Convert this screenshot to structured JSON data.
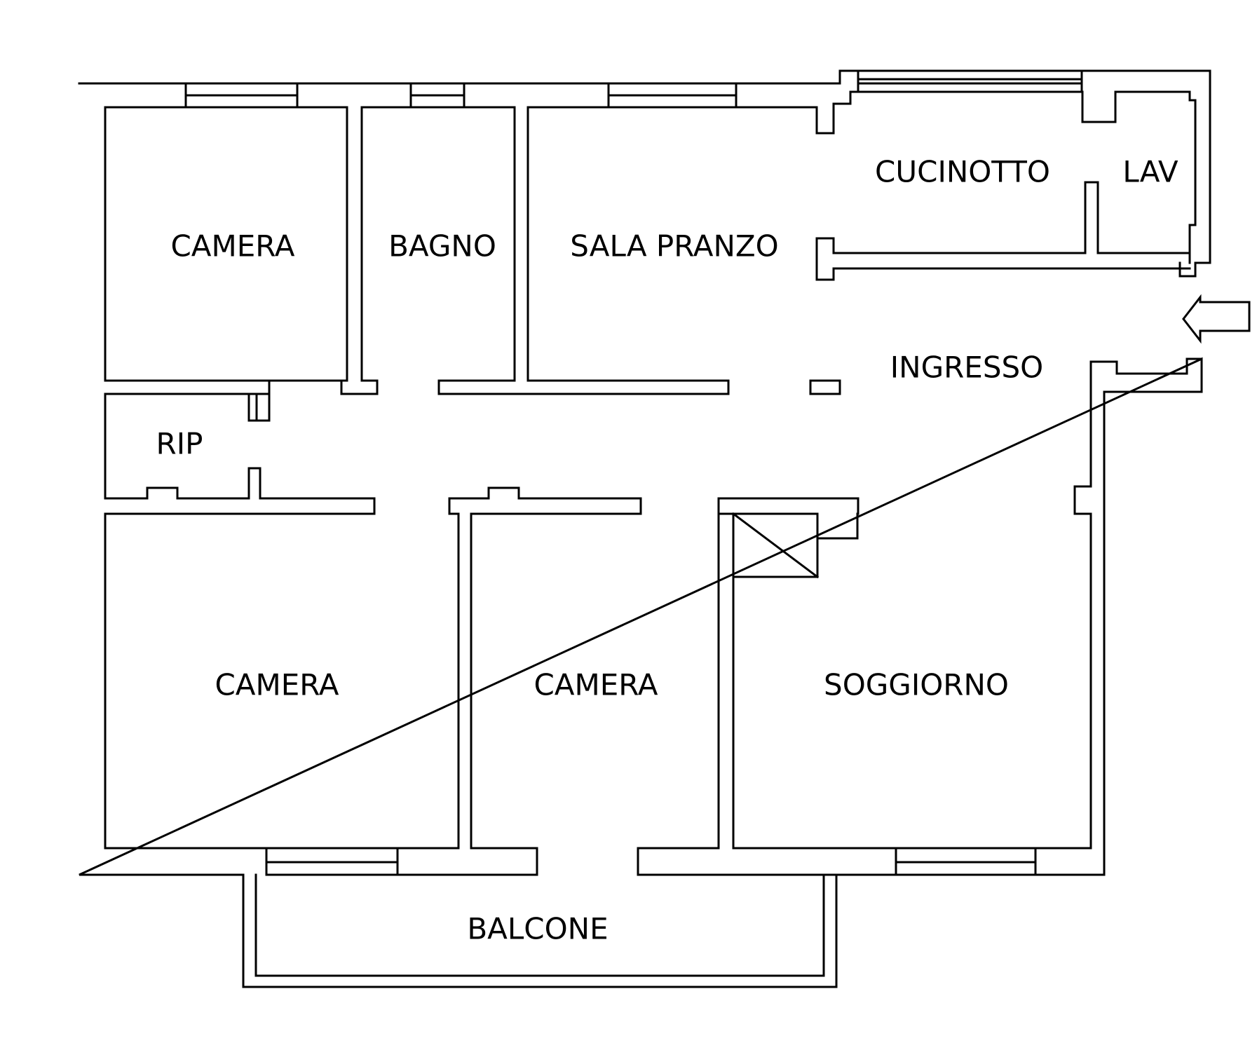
{
  "plan": {
    "line_color": "#000000",
    "background": "#ffffff",
    "rooms": {
      "camera_top": "CAMERA",
      "bagno": "BAGNO",
      "sala_pranzo": "SALA PRANZO",
      "cucinotto": "CUCINOTTO",
      "lav": "LAV",
      "ingresso": "INGRESSO",
      "rip": "RIP",
      "camera_bottom_left": "CAMERA",
      "camera_bottom_middle": "CAMERA",
      "soggiorno": "SOGGIORNO",
      "balcone": "BALCONE"
    },
    "entrance_icon": "arrow-left-icon"
  }
}
